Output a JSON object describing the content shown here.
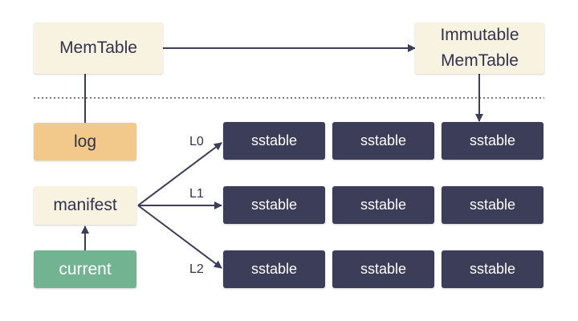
{
  "diagram": {
    "memtable": "MemTable",
    "immutable_line1": "Immutable",
    "immutable_line2": "MemTable",
    "log": "log",
    "manifest": "manifest",
    "current": "current",
    "levels": [
      "L0",
      "L1",
      "L2"
    ],
    "sstable": "sstable"
  },
  "colors": {
    "cream": "#f7f3e0",
    "orange": "#f2c98a",
    "green": "#72b392",
    "navy": "#3b3d59",
    "line": "#3b3d59"
  }
}
